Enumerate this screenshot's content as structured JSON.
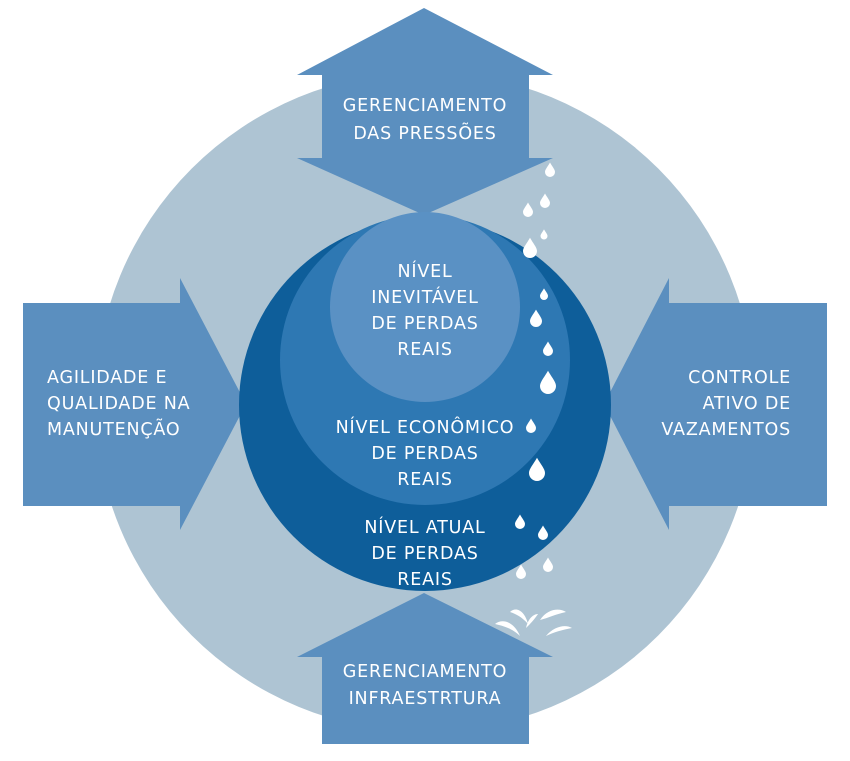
{
  "colors": {
    "outer_circle": "#aec4d3",
    "arrow": "#5b8fbf",
    "arrow_edge": "#4d81b3",
    "circle_actual": "#0e5e9a",
    "circle_economic": "#2e78b3",
    "circle_unavoidable": "#5a91c4",
    "text": "#ffffff",
    "drop": "#ffffff"
  },
  "arrows": {
    "top": {
      "line1": "GERENCIAMENTO",
      "line2": "DAS PRESSÕES"
    },
    "left": {
      "line1": "AGILIDADE E",
      "line2": "QUALIDADE NA",
      "line3": "MANUTENÇÃO"
    },
    "right": {
      "line1": "CONTROLE",
      "line2": "ATIVO DE",
      "line3": "VAZAMENTOS"
    },
    "bottom": {
      "line1": "GERENCIAMENTO",
      "line2": "INFRAESTRTURA"
    }
  },
  "levels": {
    "unavoidable": {
      "line1": "NÍVEL",
      "line2": "INEVITÁVEL",
      "line3": "DE PERDAS",
      "line4": "REAIS"
    },
    "economic": {
      "line1": "NÍVEL ECONÔMICO",
      "line2": "DE PERDAS",
      "line3": "REAIS"
    },
    "actual": {
      "line1": "NÍVEL ATUAL",
      "line2": "DE PERDAS",
      "line3": "REAIS"
    }
  },
  "decor": {
    "drop_icon": "water-drop-icon",
    "splash_icon": "water-splash-icon"
  }
}
